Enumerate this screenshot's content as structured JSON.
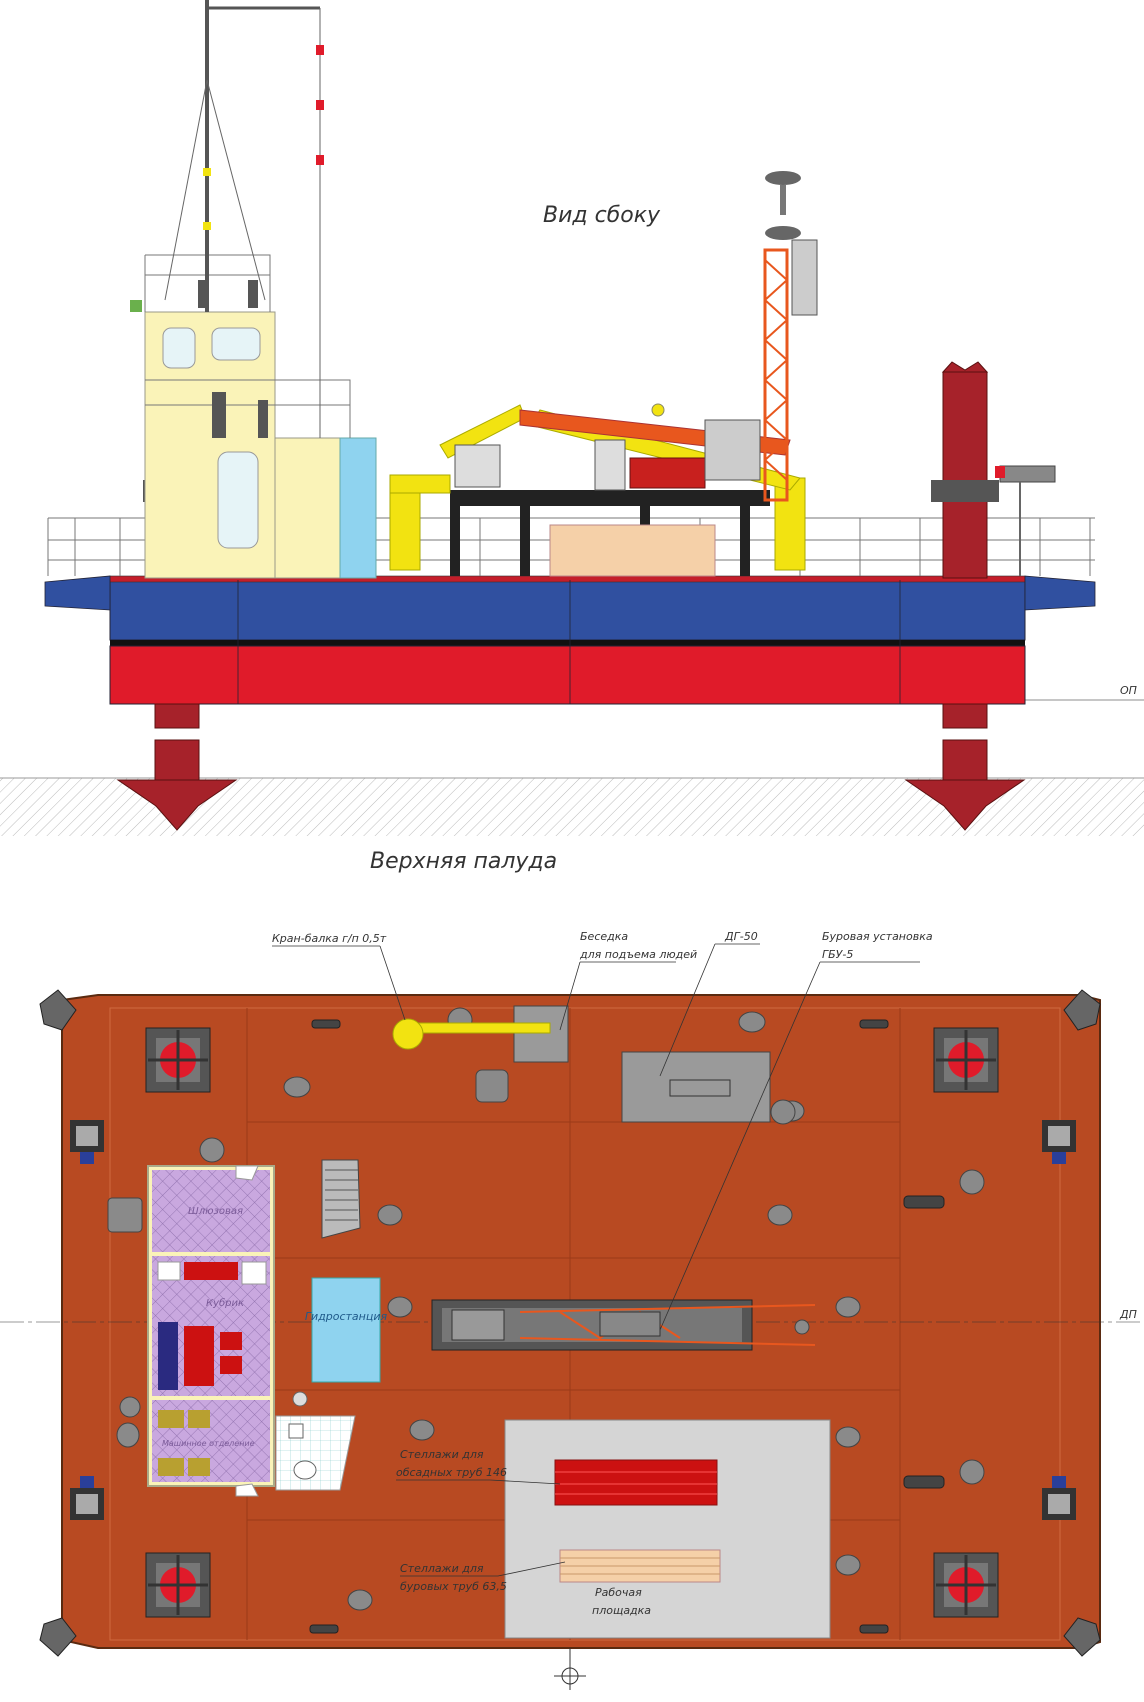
{
  "titles": {
    "side_view": "Вид сбоку",
    "top_deck": "Верхняя палуда"
  },
  "side_view_marks": {
    "waterline": "ОП"
  },
  "plan_marks": {
    "centerline": "ДП"
  },
  "callouts": {
    "crane": "Кран-балка г/п 0,5т",
    "gazebo_l1": "Беседка",
    "gazebo_l2": "для подъема людей",
    "generator": "ДГ-50",
    "drill_l1": "Буровая установка",
    "drill_l2": "ГБУ-5",
    "hydrostation": "Гидростанция",
    "casing_l1": "Стеллажи для",
    "casing_l2": "обсадных труб 146",
    "drillpipe_l1": "Стеллажи для",
    "drillpipe_l2": "буровых труб 63,5",
    "workarea_l1": "Рабочая",
    "workarea_l2": "площадка"
  },
  "cabin_rooms": {
    "room1": "Шлюзовая",
    "room2": "Кубрик",
    "room3": "Машинное отделение"
  },
  "colors": {
    "hull_blue": "#3050a0",
    "hull_red": "#e01b2a",
    "pillar_red": "#a6222a",
    "deck_brown": "#b84a22",
    "crane_yellow": "#f2e311",
    "derrick_orange": "#e8571e",
    "cabin_cream": "#faf3b8",
    "hydro_blue": "#8fd3ef"
  }
}
